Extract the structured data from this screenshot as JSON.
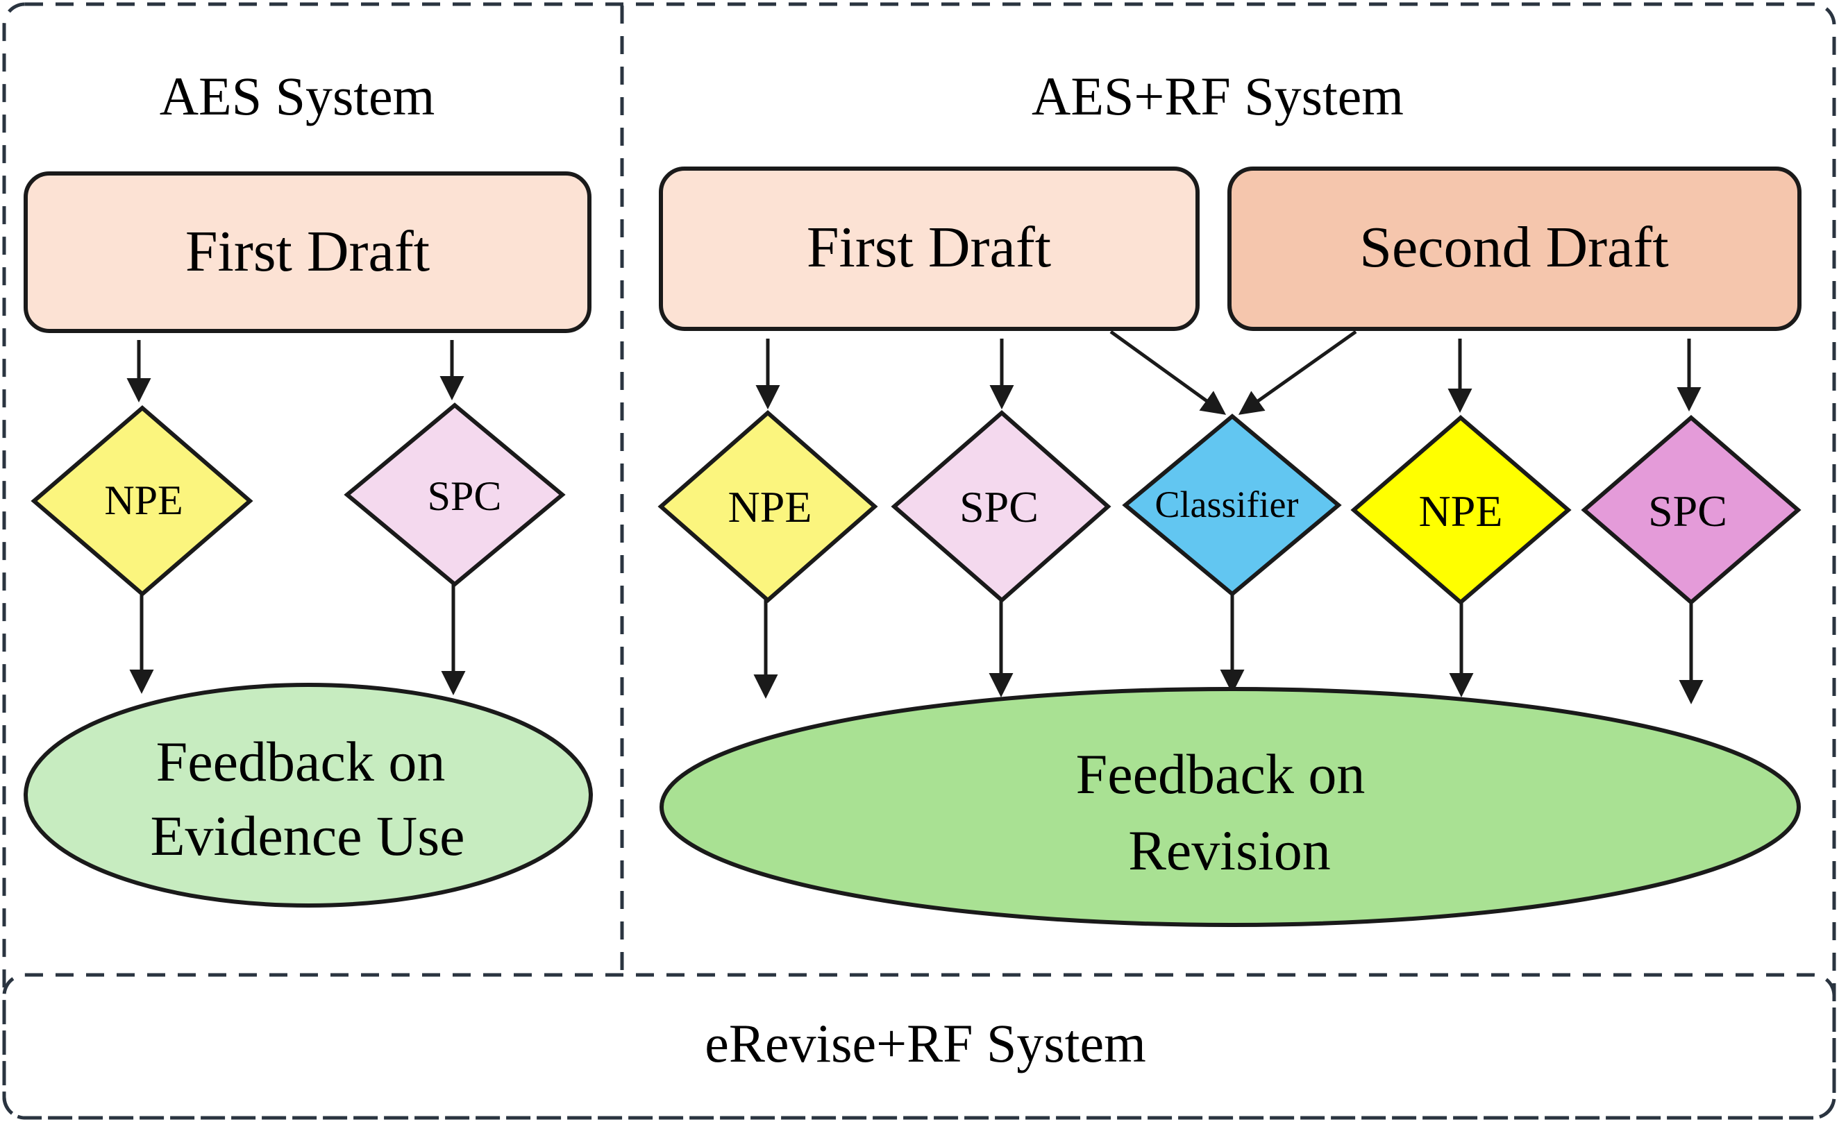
{
  "colors": {
    "stroke": "#1a1a1a",
    "dash": "#2a3440",
    "first_draft_fill": "#fce2d4",
    "second_draft_fill": "#f5c6ad",
    "npe_light_fill": "#fbf57e",
    "spc_light_fill": "#f4d9ee",
    "classifier_fill": "#62c6f1",
    "npe_bright_fill": "#ffff00",
    "spc_bright_fill": "#e49bd9",
    "feedback_light_fill": "#c7ecc0",
    "feedback_fill": "#a9e193"
  },
  "aes": {
    "title": "AES System",
    "first_draft": "First Draft",
    "npe": "NPE",
    "spc": "SPC",
    "feedback_line1": "Feedback on",
    "feedback_line2": "Evidence Use"
  },
  "aes_rf": {
    "title": "AES+RF System",
    "first_draft": "First Draft",
    "second_draft": "Second Draft",
    "npe_first": "NPE",
    "spc_first": "SPC",
    "classifier": "Classifier",
    "npe_second": "NPE",
    "spc_second": "SPC",
    "feedback_line1": "Feedback on",
    "feedback_line2": "Revision"
  },
  "erevise": {
    "title": "eRevise+RF System"
  }
}
